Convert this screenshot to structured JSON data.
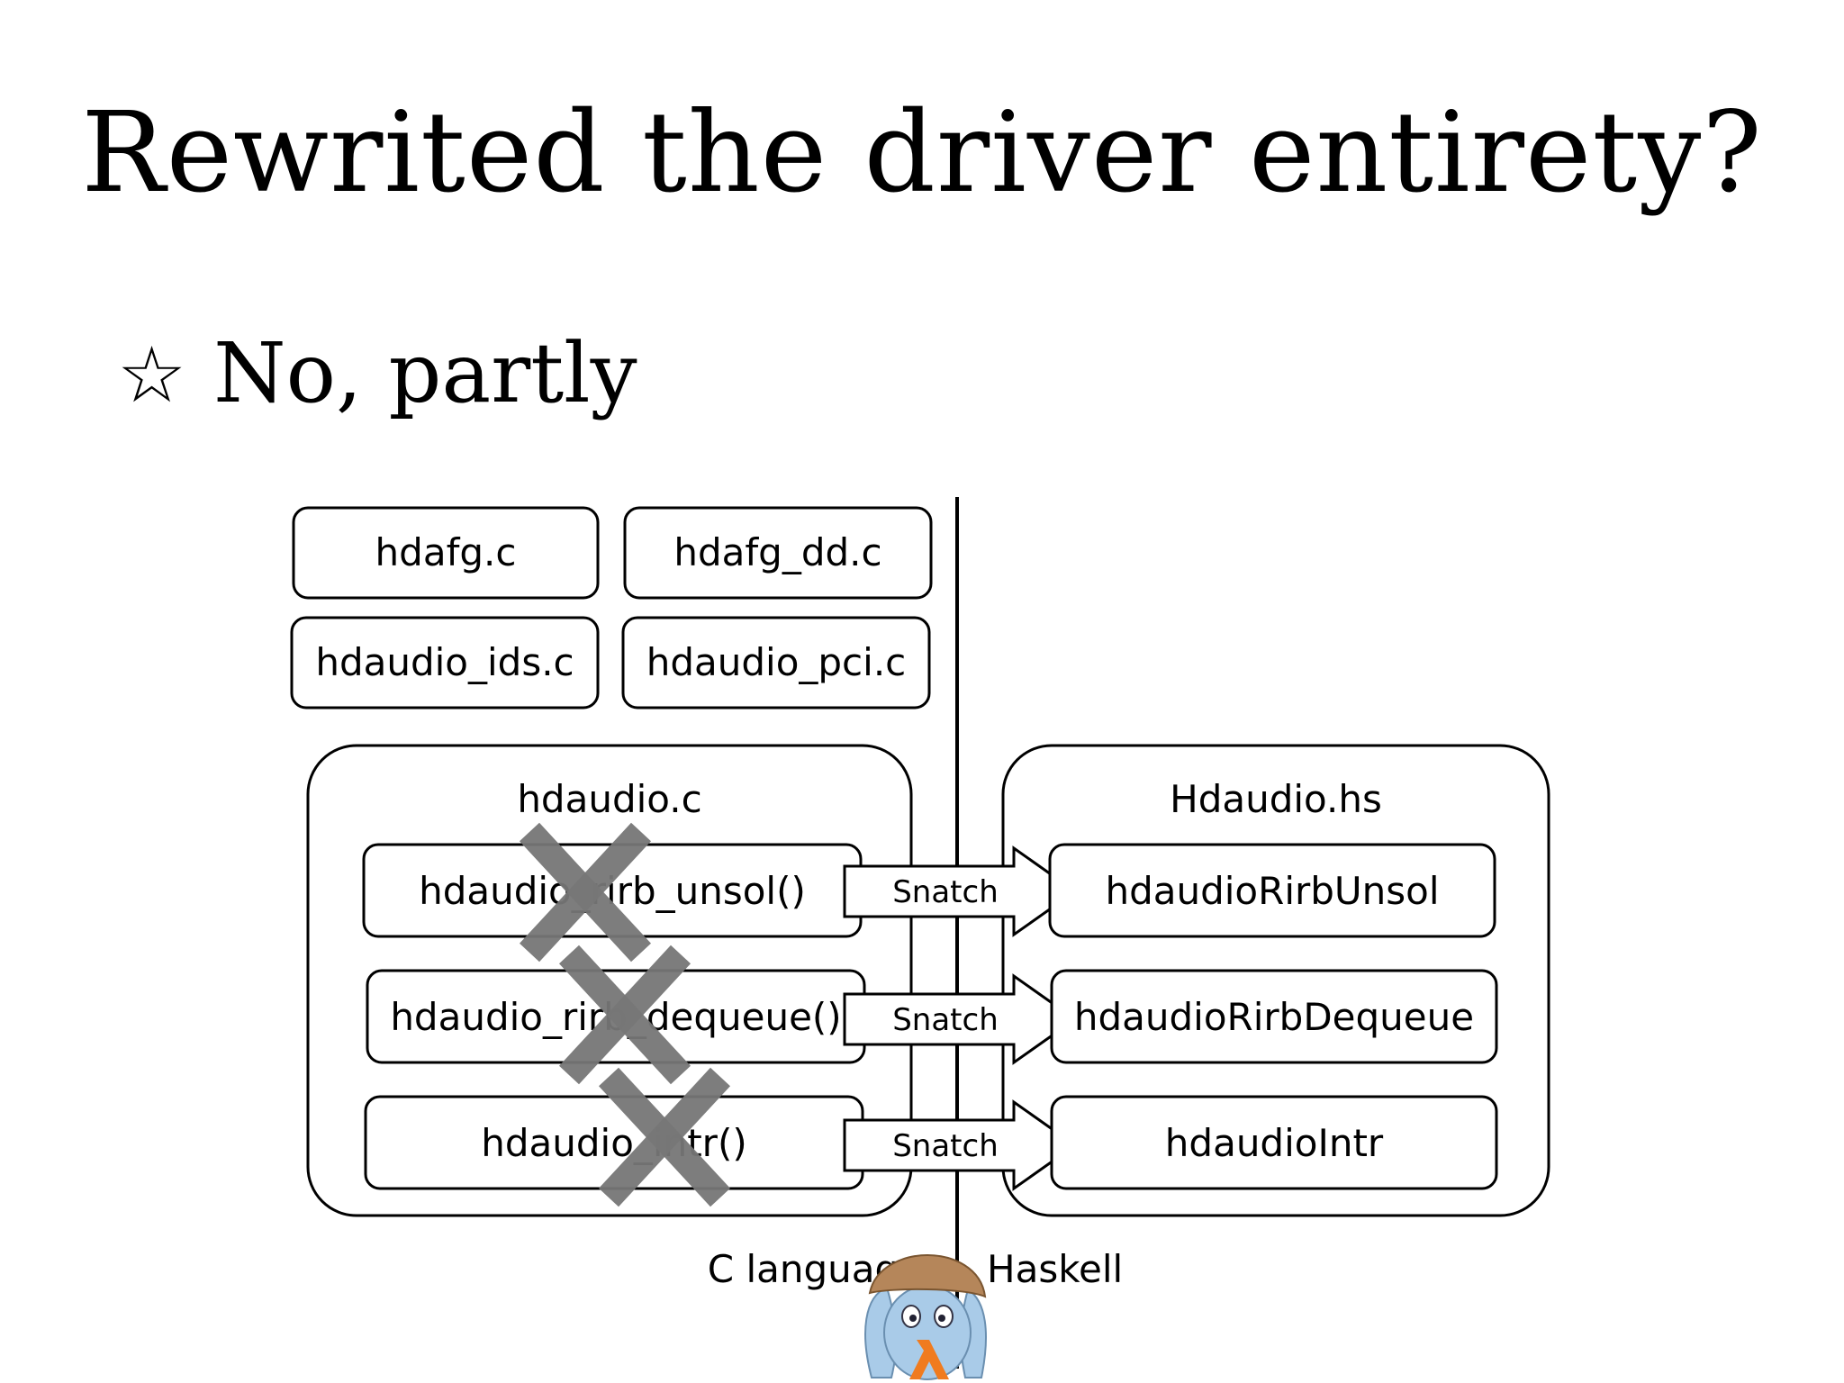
{
  "slide": {
    "title": "Rewrited the driver entirety?",
    "bullet_star": "☆",
    "bullet_text": "No, partly"
  },
  "diagram": {
    "c_files": {
      "hdafg": "hdafg.c",
      "hdafg_dd": "hdafg_dd.c",
      "hdaudio_ids": "hdaudio_ids.c",
      "hdaudio_pci": "hdaudio_pci.c"
    },
    "c_group": {
      "title": "hdaudio.c",
      "functions": [
        "hdaudio_rirb_unsol()",
        "hdaudio_rirb_dequeue()",
        "hdaudio_intr()"
      ]
    },
    "hs_group": {
      "title": "Hdaudio.hs",
      "functions": [
        "hdaudioRirbUnsol",
        "hdaudioRirbDequeue",
        "hdaudioIntr"
      ]
    },
    "arrow_label": "Snatch",
    "labels": {
      "left": "C language",
      "right": "Haskell"
    },
    "mascot": "haskell-mascot-icon",
    "colors": {
      "x_mark": "#777777",
      "mascot_shell": "#b5865a",
      "mascot_body": "#a9cbe8",
      "mascot_lambda": "#f07b1f"
    }
  }
}
